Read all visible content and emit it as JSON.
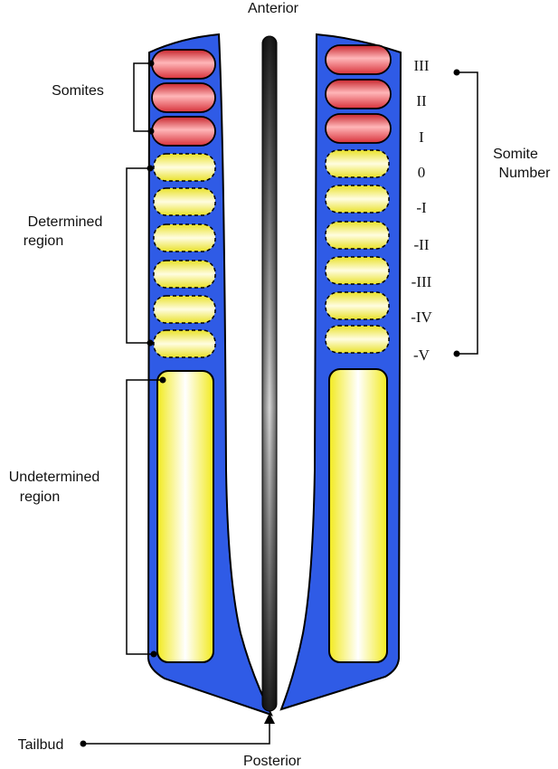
{
  "labels": {
    "anterior": "Anterior",
    "posterior": "Posterior",
    "somites": "Somites",
    "determined_line1": "Determined",
    "determined_line2": "region",
    "undetermined_line1": "Undetermined",
    "undetermined_line2": "region",
    "somite_number_line1": "Somite",
    "somite_number_line2": "Number",
    "tailbud": "Tailbud"
  },
  "somite_numbers": [
    "III",
    "II",
    "I",
    "0",
    "-I",
    "-II",
    "-III",
    "-IV",
    "-V"
  ],
  "colors": {
    "tissue_blue": "#2f5be6",
    "somite_red": "#e8444a",
    "somite_red_light": "#ffb6b8",
    "determined_yellow": "#f6f04a",
    "undetermined_yellow": "#f7f13a",
    "notochord_dark": "#2a2a2a",
    "notochord_light": "#cfcfcf",
    "outline": "#000000"
  }
}
